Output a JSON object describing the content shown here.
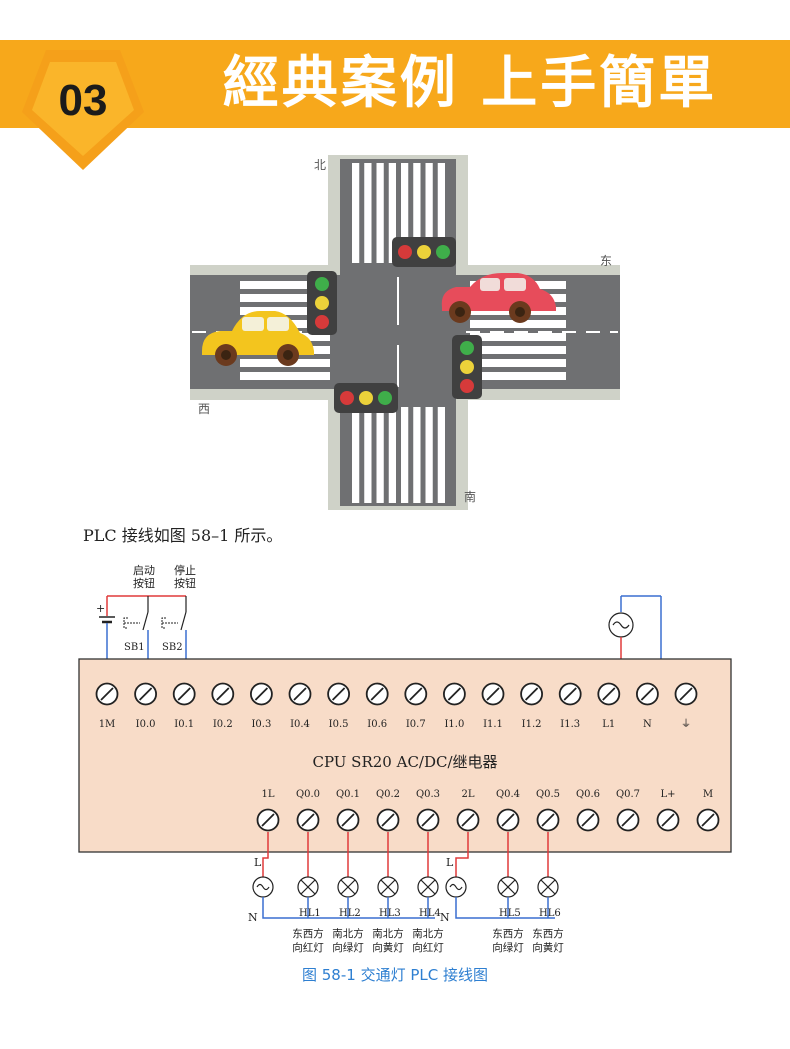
{
  "banner": {
    "number": "03",
    "title": "經典案例 上手簡單",
    "color": "#f7a81b"
  },
  "intersection": {
    "north": "北",
    "south": "南",
    "east": "东",
    "west": "西",
    "lamp_colors": {
      "red": "#d63a3a",
      "yellow": "#ecd23a",
      "green": "#3fae4a"
    },
    "cars": {
      "yellow_car": "#f3c51e",
      "red_car": "#e74c5b"
    }
  },
  "intro_text": "PLC 接线如图 58–1 所示。",
  "wiring": {
    "start_button": [
      "启动",
      "按钮"
    ],
    "stop_button": [
      "停止",
      "按钮"
    ],
    "sb1": "SB1",
    "sb2": "SB2",
    "plus": "+",
    "cpu_label": "CPU  SR20  AC/DC/继电器",
    "top_terminals": [
      "1M",
      "I0.0",
      "I0.1",
      "I0.2",
      "I0.3",
      "I0.4",
      "I0.5",
      "I0.6",
      "I0.7",
      "I1.0",
      "I1.1",
      "I1.2",
      "I1.3",
      "L1",
      "N",
      "⏚"
    ],
    "bottom_terminals": [
      "1L",
      "Q0.0",
      "Q0.1",
      "Q0.2",
      "Q0.3",
      "2L",
      "Q0.4",
      "Q0.5",
      "Q0.6",
      "Q0.7",
      "L+",
      "M"
    ],
    "L": "L",
    "N": "N",
    "lamps": [
      {
        "id": "HL1",
        "desc": [
          "东西方",
          "向红灯"
        ]
      },
      {
        "id": "HL2",
        "desc": [
          "南北方",
          "向绿灯"
        ]
      },
      {
        "id": "HL3",
        "desc": [
          "南北方",
          "向黄灯"
        ]
      },
      {
        "id": "HL4",
        "desc": [
          "南北方",
          "向红灯"
        ]
      },
      {
        "id": "HL5",
        "desc": [
          "东西方",
          "向绿灯"
        ]
      },
      {
        "id": "HL6",
        "desc": [
          "东西方",
          "向黄灯"
        ]
      }
    ],
    "colors": {
      "board": "#f8dcc8",
      "wire_red": "#e03a3a",
      "wire_blue": "#3a6fd0"
    }
  },
  "caption": "图 58-1  交通灯 PLC 接线图"
}
